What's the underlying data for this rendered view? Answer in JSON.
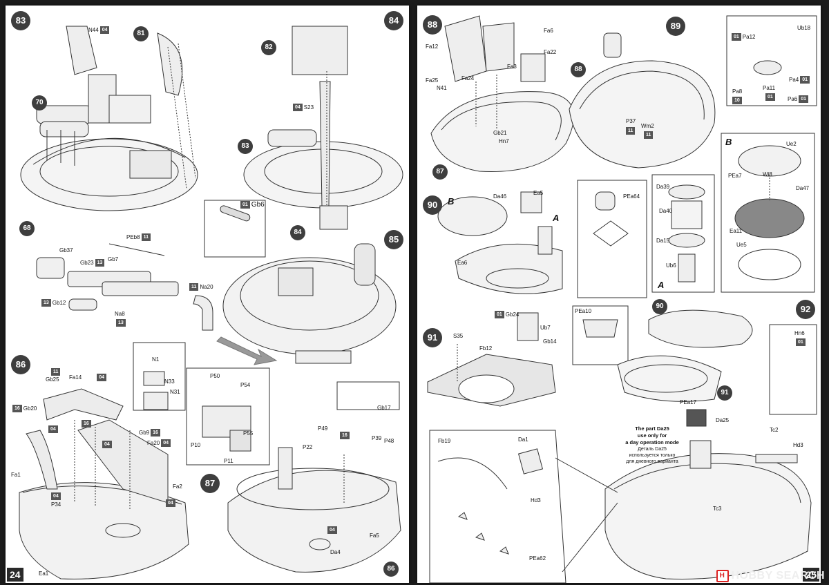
{
  "left_page": {
    "page_number": "24",
    "steps": [
      "83",
      "84",
      "85",
      "86",
      "87"
    ],
    "sub_refs": [
      "81",
      "70",
      "68",
      "82",
      "83",
      "84",
      "86"
    ],
    "labels": {
      "n44": "N44",
      "b04a": "04",
      "s23": "S23",
      "b04b": "04",
      "gb6": "Gb6",
      "b01a": "01",
      "peb8": "PEb8",
      "b11a": "11",
      "gb37": "Gb37",
      "gb23": "Gb23",
      "b13a": "13",
      "gb7": "Gb7",
      "gb12": "Gb12",
      "b13b": "13",
      "na8": "Na8",
      "b13c": "13",
      "na20": "Na20",
      "b11b": "11",
      "gb17": "Gb17",
      "b11c": "11",
      "gb25": "Gb25",
      "fa14": "Fa14",
      "b04c": "04",
      "b16a": "16",
      "gb20": "Gb20",
      "b04d": "04",
      "fa1": "Fa1",
      "b16b": "16",
      "b04e": "04",
      "gb9": "Gb9",
      "b16c": "16",
      "fa20": "Fa20",
      "b04f": "04",
      "fa2": "Fa2",
      "b04g": "04",
      "p34": "P34",
      "b04h": "04",
      "ea1": "Ea1",
      "n1": "N1",
      "n33": "N33",
      "n31": "N31",
      "p50": "P50",
      "p54": "P54",
      "p10": "P10",
      "p55": "P55",
      "p11": "P11",
      "p49": "P49",
      "p22": "P22",
      "b16d": "16",
      "p39": "P39",
      "p48": "P48",
      "da4": "Da4",
      "fa5": "Fa5",
      "b04i": "04"
    }
  },
  "right_page": {
    "page_number": "25",
    "steps": [
      "88",
      "89",
      "90",
      "91",
      "92"
    ],
    "sub_refs": [
      "87",
      "88",
      "90",
      "91"
    ],
    "labels": {
      "fa12": "Fa12",
      "fa6": "Fa6",
      "fa22": "Fa22",
      "fa3": "Fa3",
      "fa25": "Fa25",
      "fa24": "Fa24",
      "n41": "N41",
      "gb21": "Gb21",
      "hn7": "Hn7",
      "pa12": "Pa12",
      "b01a": "01",
      "ub18": "Ub18",
      "pa8": "Pa8",
      "b10": "10",
      "pa11": "Pa11",
      "b01b": "01",
      "pa4": "Pa4",
      "b01c": "01",
      "pa6": "Pa6",
      "b01d": "01",
      "p37": "P37",
      "b11a": "11",
      "wm2": "Wm2",
      "b11b": "11",
      "da46": "Da46",
      "ea5": "Ea5",
      "ea6": "Ea6",
      "pea64": "PEa64",
      "da39": "Da39",
      "da40": "Da40",
      "da15": "Da15",
      "ub6": "Ub6",
      "ue2": "Ue2",
      "pea7": "PEa7",
      "wi8": "Wi8",
      "da47": "Da47",
      "ea11": "Ea11",
      "ue5": "Ue5",
      "gb24": "Gb24",
      "b01e": "01",
      "ub7": "Ub7",
      "gb14": "Gb14",
      "s35": "S35",
      "fb12": "Fb12",
      "pea10": "PEa10",
      "pea17": "PEa17",
      "da25": "Da25",
      "hn6": "Hn6",
      "b01f": "01",
      "fb19": "Fb19",
      "da1": "Da1",
      "hd3a": "Hd3",
      "pea62": "PEa62",
      "tc2": "Tc2",
      "hd3b": "Hd3",
      "tc3": "Tc3",
      "letter_b1": "B",
      "letter_a1": "A",
      "letter_a2": "A",
      "letter_b2": "B"
    },
    "note_en": [
      "The part Da25",
      "use only for",
      "a day operation mode"
    ],
    "note_ru": [
      "Деталь Da25",
      "используется только",
      "для дневного варианта"
    ]
  },
  "watermark": {
    "text": "HOBBY SEARCH",
    "logo": "H",
    "accent": "#dd2222"
  }
}
